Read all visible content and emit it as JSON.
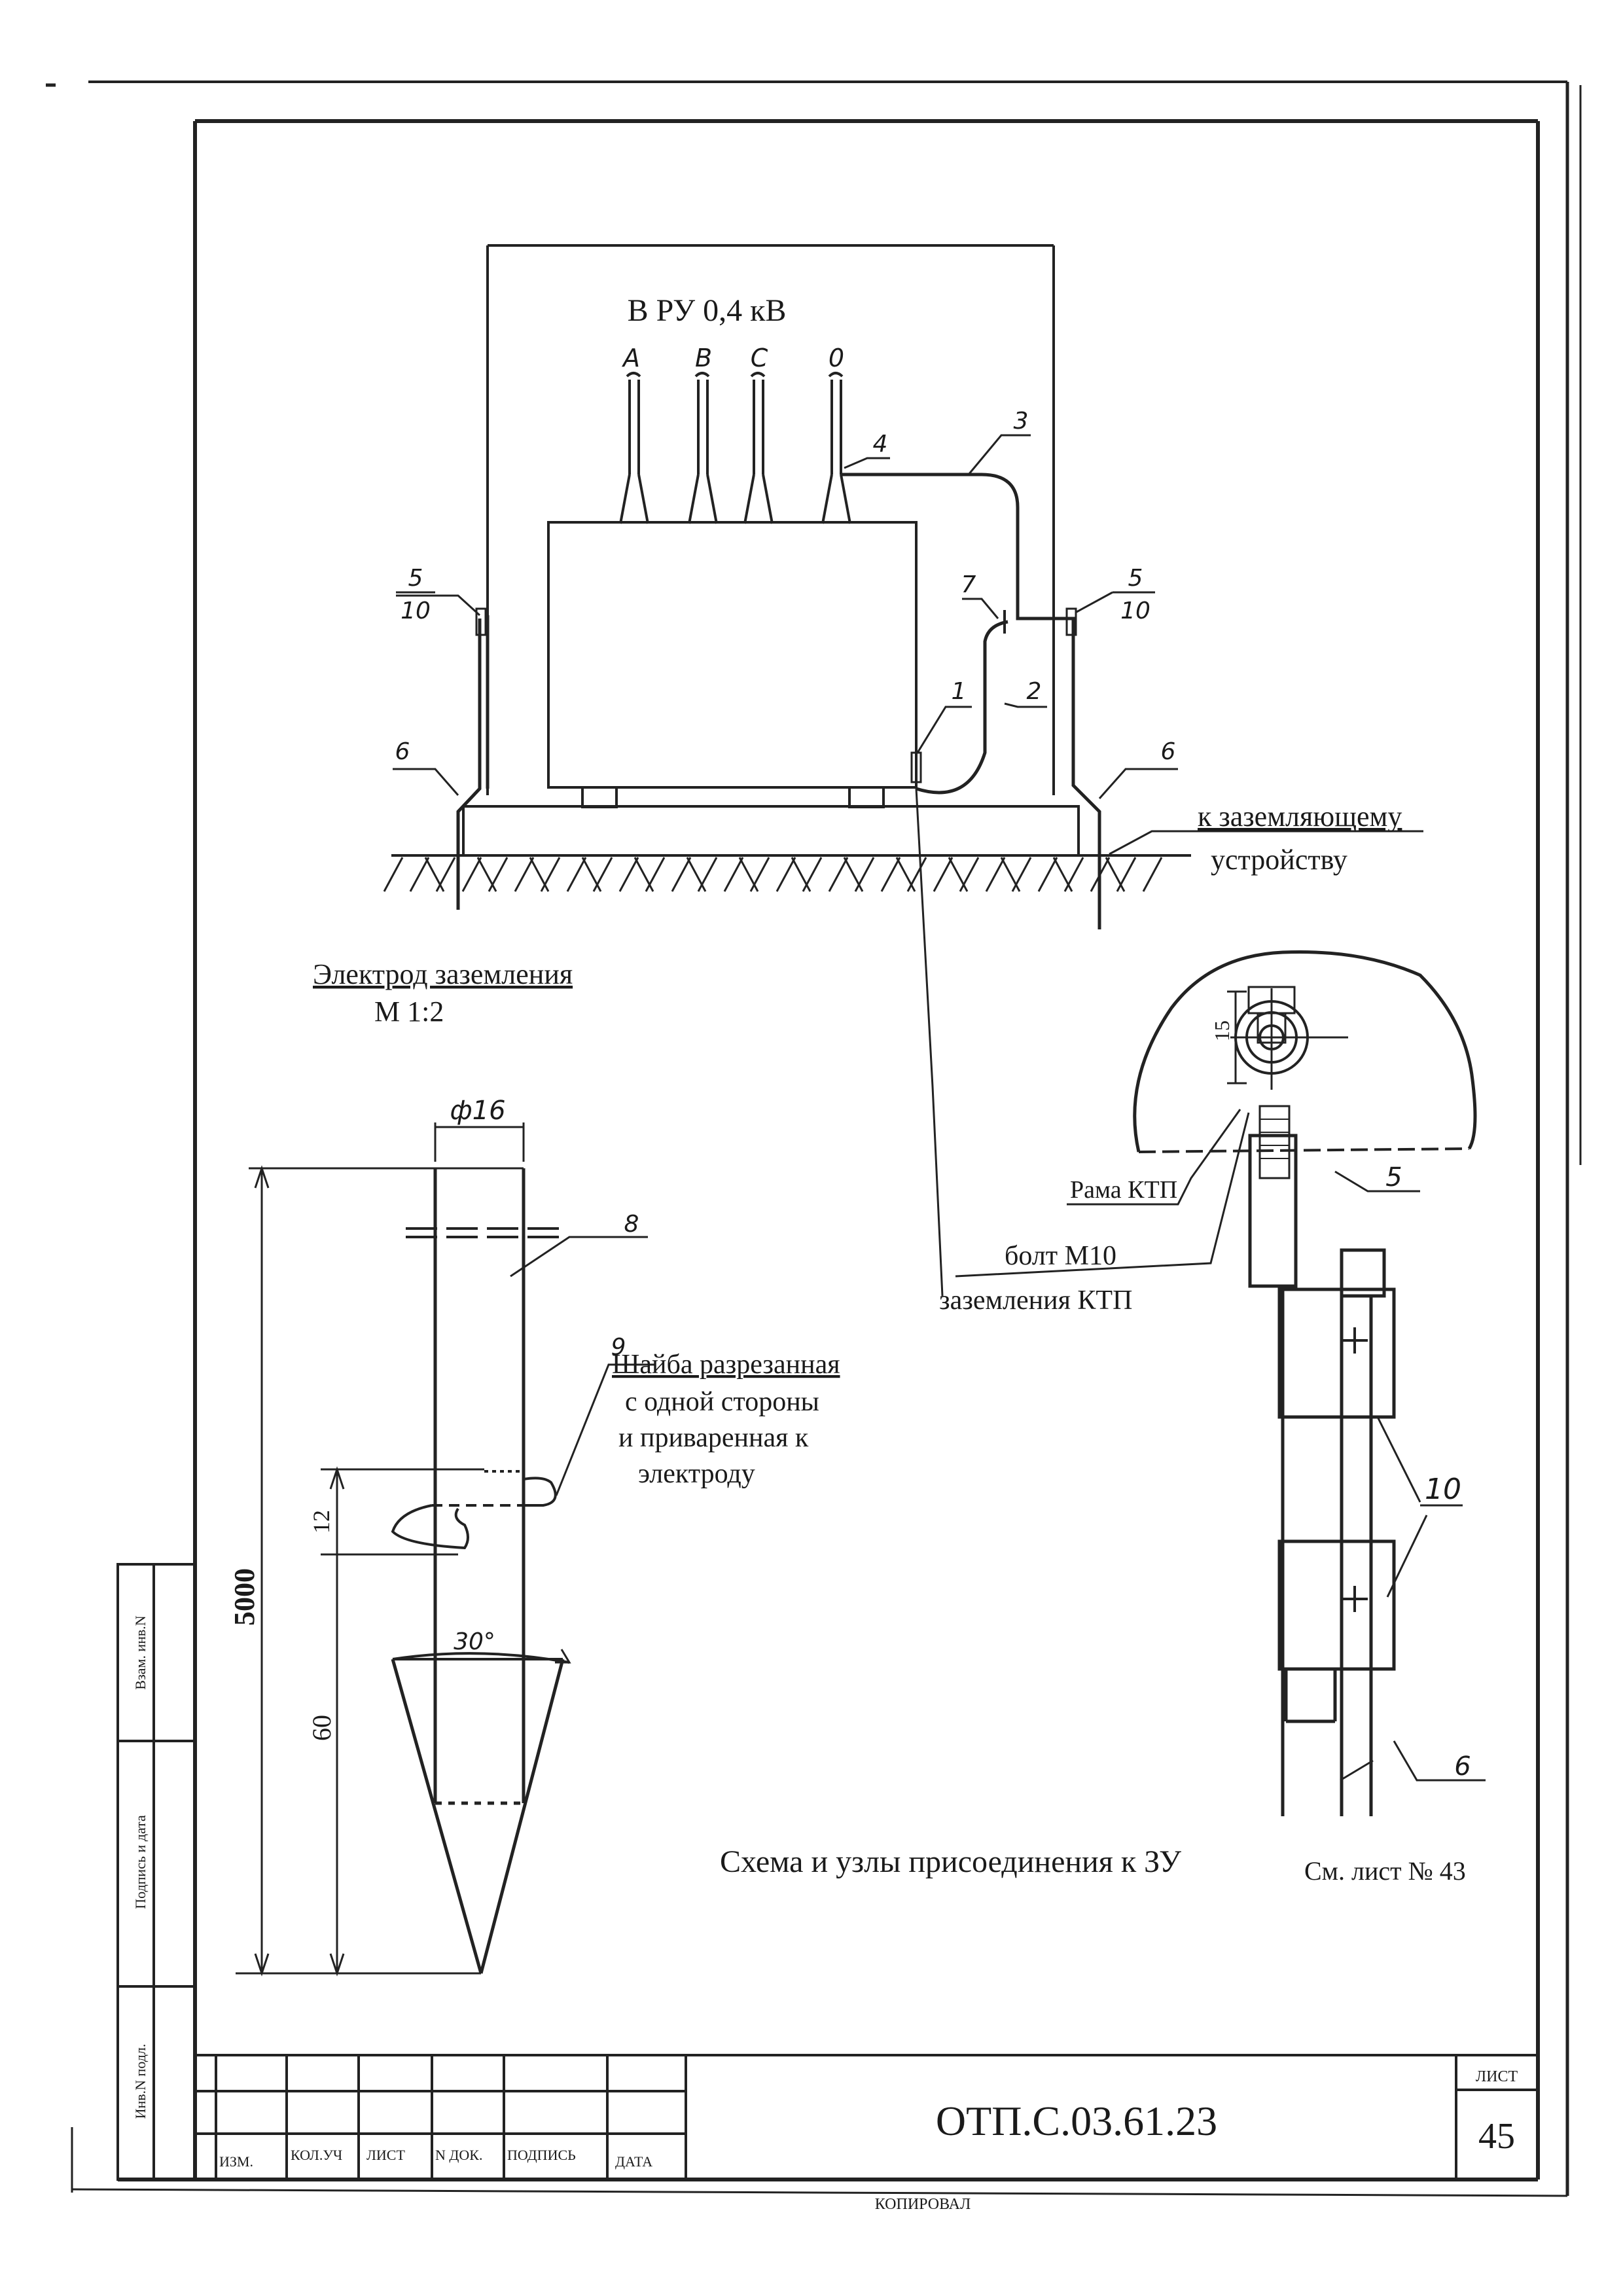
{
  "header": {
    "label": "В РУ 0,4 кВ",
    "phases": [
      "A",
      "B",
      "C",
      "0"
    ]
  },
  "callouts": {
    "c1": "1",
    "c2": "2",
    "c3": "3",
    "c4": "4",
    "c5_left": "5",
    "c10_left": "10",
    "c5_right": "5",
    "c10_right": "10",
    "c6_left": "6",
    "c6_right": "6",
    "c7": "7",
    "c8": "8",
    "c9": "9",
    "c5_detail": "5",
    "c10_detail": "10",
    "c6_detail": "6"
  },
  "notes": {
    "to_grounding_1": "к заземляющему",
    "to_grounding_2": "устройству",
    "electrode_title": "Электрод заземления",
    "electrode_scale": "М 1:2",
    "diameter": "ф16",
    "len_5000": "5000",
    "dim_12": "12",
    "dim_60": "60",
    "angle_30": "30°",
    "washer_1": "Шайба разрезанная",
    "washer_2": "с одной стороны",
    "washer_3": "и приваренная к",
    "washer_4": "электроду",
    "frame": "Рама КТП",
    "bolt_1": "болт М10",
    "bolt_2": "заземления КТП",
    "dim_15": "15",
    "scheme_title": "Схема и узлы присоединения к ЗУ",
    "see_sheet": "См. лист № 43"
  },
  "side_stamp": {
    "inv_no": "Взам. инв.N",
    "sign_date": "Подпись и дата",
    "inv_orig": "Инв.N подл."
  },
  "title_block": {
    "cols": [
      "ИЗМ.",
      "КОЛ.УЧ",
      "ЛИСТ",
      "N ДОК.",
      "ПОДПИСЬ",
      "ДАТА"
    ],
    "doc_code": "ОТП.С.03.61.23",
    "sheet_label": "ЛИСТ",
    "sheet_no": "45"
  },
  "footer": {
    "copied": "КОПИРОВАЛ"
  }
}
